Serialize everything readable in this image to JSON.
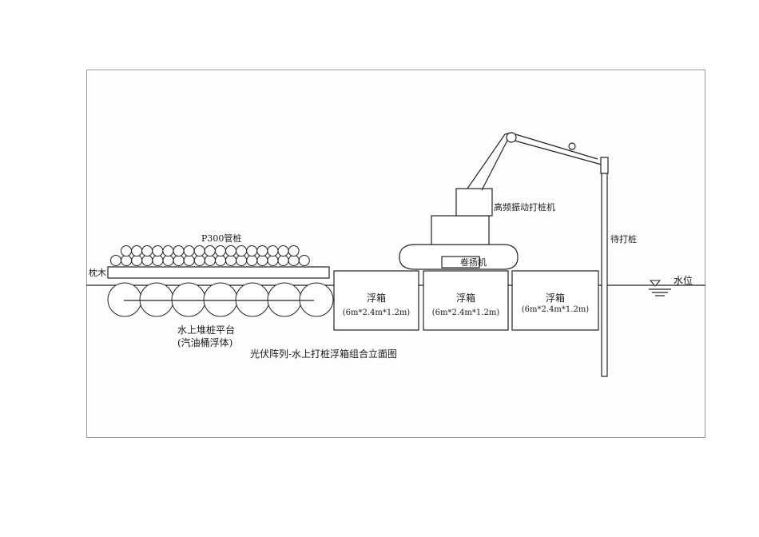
{
  "labels": {
    "pipe_piles": "P300管桩",
    "sleeper": "枕木",
    "platform_line1": "水上堆桩平台",
    "platform_line2": "(汽油桶浮体)",
    "caption": "光伏阵列-水上打桩浮箱组合立面图",
    "pile_driver": "高频振动打桩机",
    "hoist": "卷扬机",
    "pile_to_drive": "待打桩",
    "water_level": "水位"
  },
  "pontoons": [
    {
      "name": "浮箱",
      "size": "(6m*2.4m*1.2m)"
    },
    {
      "name": "浮箱",
      "size": "(6m*2.4m*1.2m)"
    },
    {
      "name": "浮箱",
      "size": "(6m*2.4m*1.2m)"
    }
  ]
}
